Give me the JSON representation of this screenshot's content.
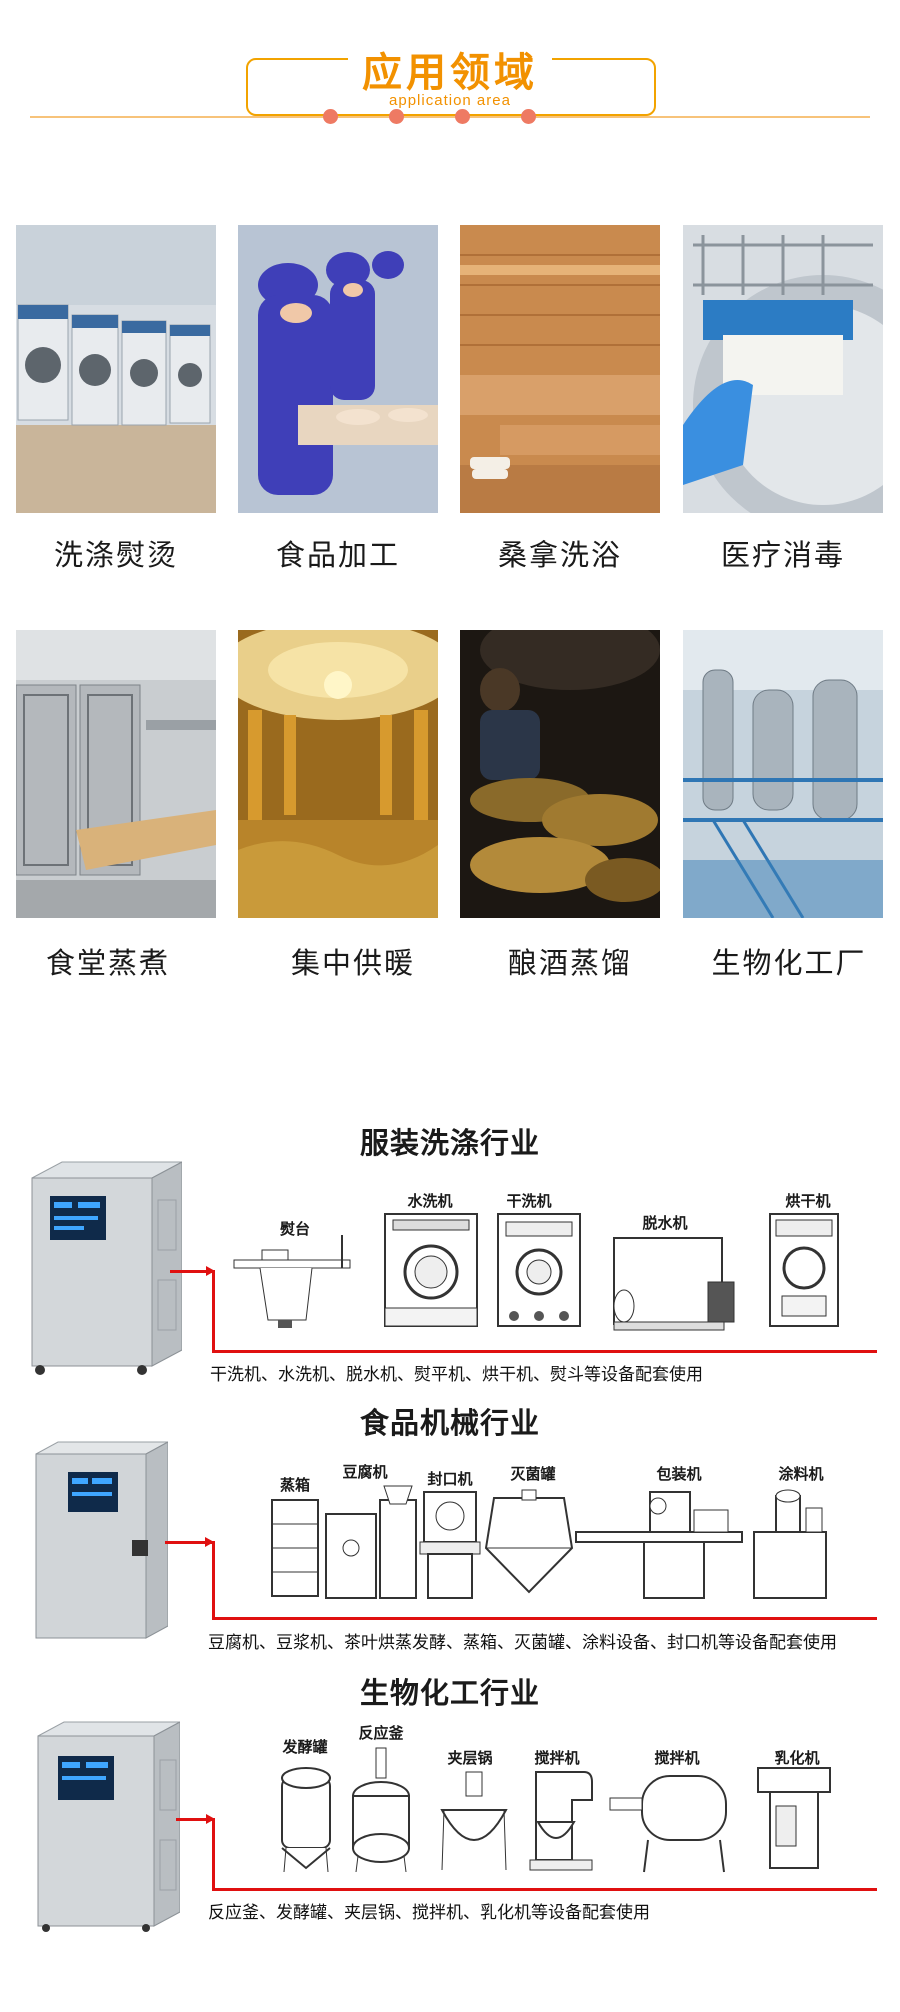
{
  "header": {
    "title": "应用领域",
    "subtitle": "application area",
    "accent_color": "#f29100"
  },
  "applications": [
    {
      "label": "洗涤熨烫",
      "icon": "laundry-photo"
    },
    {
      "label": "食品加工",
      "icon": "food-processing-photo"
    },
    {
      "label": "桑拿洗浴",
      "icon": "sauna-photo"
    },
    {
      "label": "医疗消毒",
      "icon": "medical-sterilization-photo"
    },
    {
      "label": "食堂蒸煮",
      "icon": "canteen-steaming-photo"
    },
    {
      "label": "集中供暖",
      "icon": "central-heating-photo"
    },
    {
      "label": "酿酒蒸馏",
      "icon": "brewing-distillation-photo"
    },
    {
      "label": "生物化工厂",
      "icon": "biochemical-plant-photo"
    }
  ],
  "industries": [
    {
      "title": "服装洗涤行业",
      "equipment": [
        "熨台",
        "水洗机",
        "干洗机",
        "脱水机",
        "烘干机"
      ],
      "usage": "干洗机、水洗机、脱水机、熨平机、烘干机、熨斗等设备配套使用"
    },
    {
      "title": "食品机械行业",
      "equipment": [
        "蒸箱",
        "豆腐机",
        "封口机",
        "灭菌罐",
        "包装机",
        "涂料机"
      ],
      "usage": "豆腐机、豆浆机、茶叶烘蒸发酵、蒸箱、灭菌罐、涂料设备、封口机等设备配套使用"
    },
    {
      "title": "生物化工行业",
      "equipment": [
        "发酵罐",
        "反应釜",
        "夹层锅",
        "搅拌机",
        "搅拌机",
        "乳化机"
      ],
      "usage": "反应釜、发酵罐、夹层锅、搅拌机、乳化机等设备配套使用"
    }
  ],
  "colors": {
    "pipe": "#e01010",
    "header_dots": "#ee7a63",
    "header_line": "#f7c37a"
  }
}
